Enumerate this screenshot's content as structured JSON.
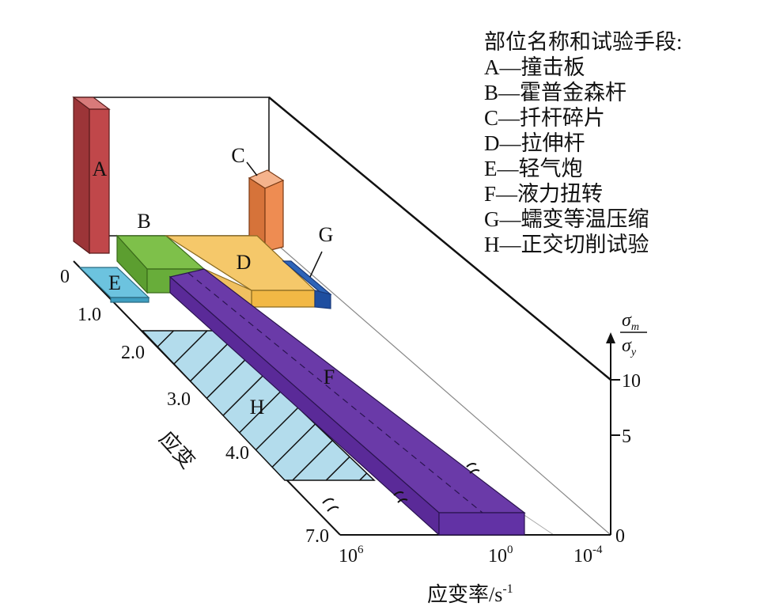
{
  "legend": {
    "title": "部位名称和试验手段:",
    "items": [
      {
        "key": "A",
        "label": "A—撞击板"
      },
      {
        "key": "B",
        "label": "B—霍普金森杆"
      },
      {
        "key": "C",
        "label": "C—扦杆碎片"
      },
      {
        "key": "D",
        "label": "D—拉伸杆"
      },
      {
        "key": "E",
        "label": "E—轻气炮"
      },
      {
        "key": "F",
        "label": "F—液力扭转"
      },
      {
        "key": "G",
        "label": "G—蠕变等温压缩"
      },
      {
        "key": "H",
        "label": "H—正交切削试验"
      }
    ]
  },
  "blocks": {
    "A": {
      "letter": "A",
      "color": "#c0474a"
    },
    "B": {
      "letter": "B",
      "color": "#7ec04a"
    },
    "C": {
      "letter": "C",
      "color": "#ee8c52"
    },
    "D": {
      "letter": "D",
      "color": "#f5c86a"
    },
    "E": {
      "letter": "E",
      "color": "#6cc3df"
    },
    "F": {
      "letter": "F",
      "color": "#6a3aa8"
    },
    "G": {
      "letter": "G",
      "color": "#2d64b8"
    },
    "H": {
      "letter": "H",
      "color": "#b3dcec"
    }
  },
  "axes": {
    "strain": {
      "label": "应变",
      "ticks": [
        "0",
        "1.0",
        "2.0",
        "3.0",
        "4.0",
        "7.0"
      ]
    },
    "rate": {
      "label_main": "应变率/s",
      "label_exp": "-1",
      "ticks": [
        {
          "base": "10",
          "exp": "6"
        },
        {
          "base": "10",
          "exp": "0"
        },
        {
          "base": "10",
          "exp": "-4"
        }
      ]
    },
    "stress": {
      "num": "σ",
      "num_sub": "m",
      "den": "σ",
      "den_sub": "y",
      "ticks": [
        "10",
        "5",
        "0"
      ]
    }
  }
}
